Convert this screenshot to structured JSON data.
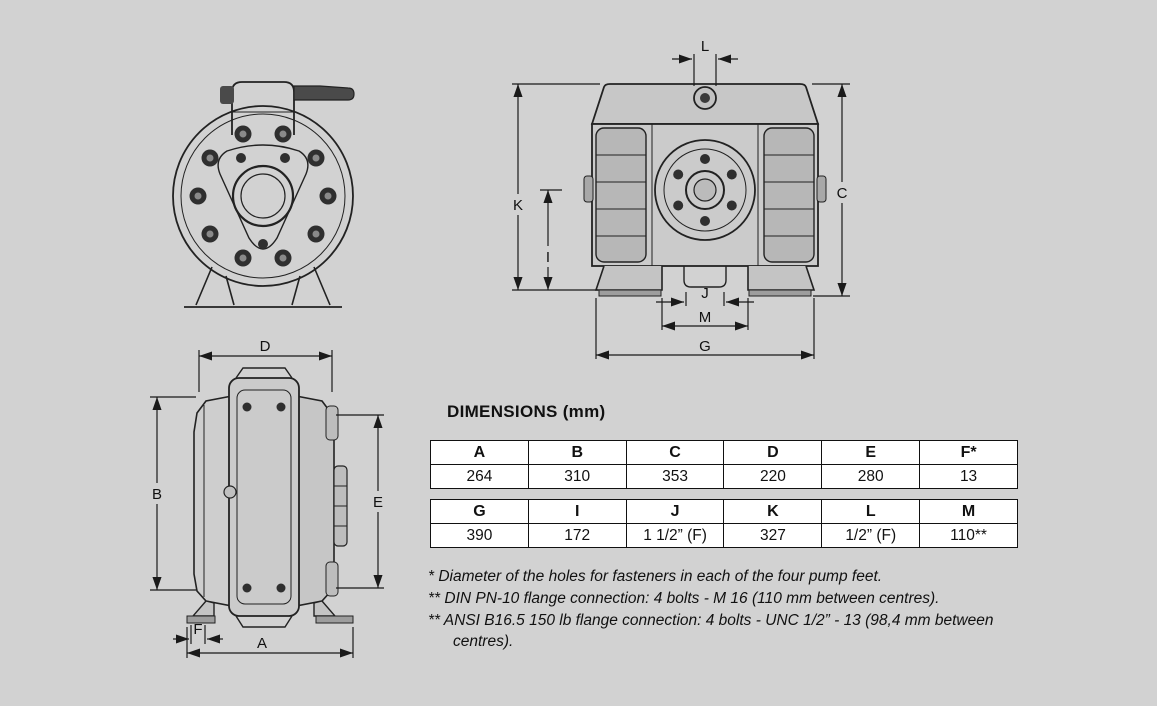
{
  "title": "DIMENSIONS (mm)",
  "labels": {
    "L": "L",
    "K": "K",
    "I": "I",
    "C": "C",
    "J": "J",
    "M": "M",
    "G": "G",
    "D": "D",
    "B": "B",
    "E": "E",
    "F": "F",
    "A": "A"
  },
  "table1": {
    "headers": [
      "A",
      "B",
      "C",
      "D",
      "E",
      "F*"
    ],
    "values": [
      "264",
      "310",
      "353",
      "220",
      "280",
      "13"
    ]
  },
  "table2": {
    "headers": [
      "G",
      "I",
      "J",
      "K",
      "L",
      "M"
    ],
    "values": [
      "390",
      "172",
      "1 1/2” (F)",
      "327",
      "1/2” (F)",
      "110**"
    ]
  },
  "notes": {
    "note1": "* Diameter of the holes for fasteners in each of the four pump feet.",
    "note2": "** DIN PN-10 flange connection: 4 bolts - M 16 (110 mm between centres).",
    "note3": "** ANSI B16.5 150 lb flange connection: 4 bolts - UNC 1/2” - 13 (98,4 mm between centres)."
  }
}
